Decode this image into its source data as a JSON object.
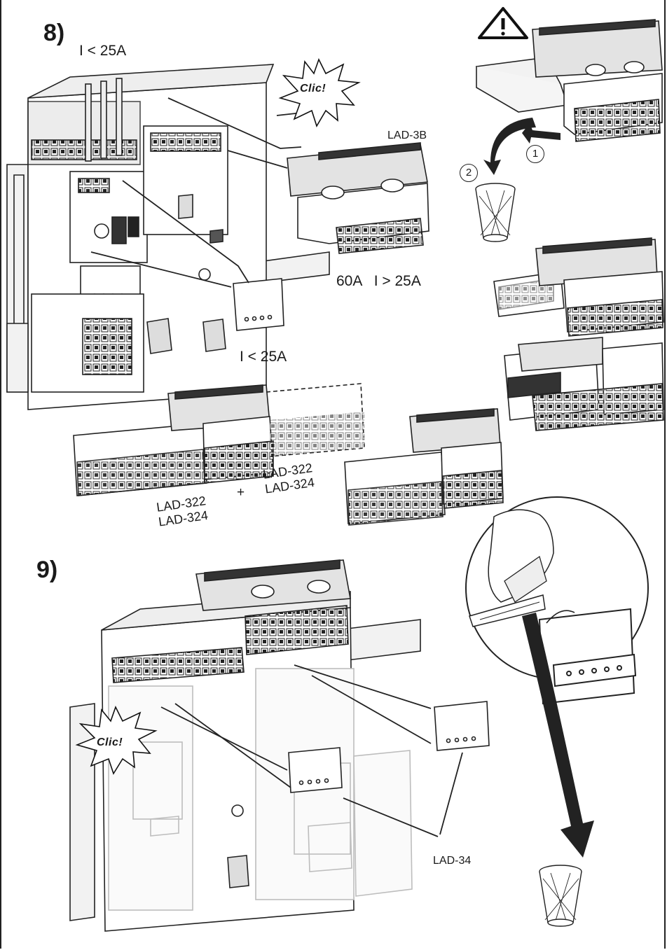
{
  "step8": {
    "number": "8)",
    "current_small_top": "I < 25A",
    "clic": "Clic!",
    "module_3b": "LAD-3B",
    "big_range": "60A   I > 25A",
    "small_range": "I < 25A",
    "callout_1": "1",
    "callout_2": "2",
    "lad_left": [
      "LAD-322",
      "LAD-324"
    ],
    "plus": "+",
    "lad_right": [
      "LAD-322",
      "LAD-324"
    ]
  },
  "step9": {
    "number": "9)",
    "clic": "Clic!",
    "cover_label": "LAD-34"
  },
  "colors": {
    "line": "#222222",
    "fill": "#ffffff",
    "shade": "#d9d9d9",
    "ghost": "#bdbdbd",
    "dark": "#555555"
  }
}
